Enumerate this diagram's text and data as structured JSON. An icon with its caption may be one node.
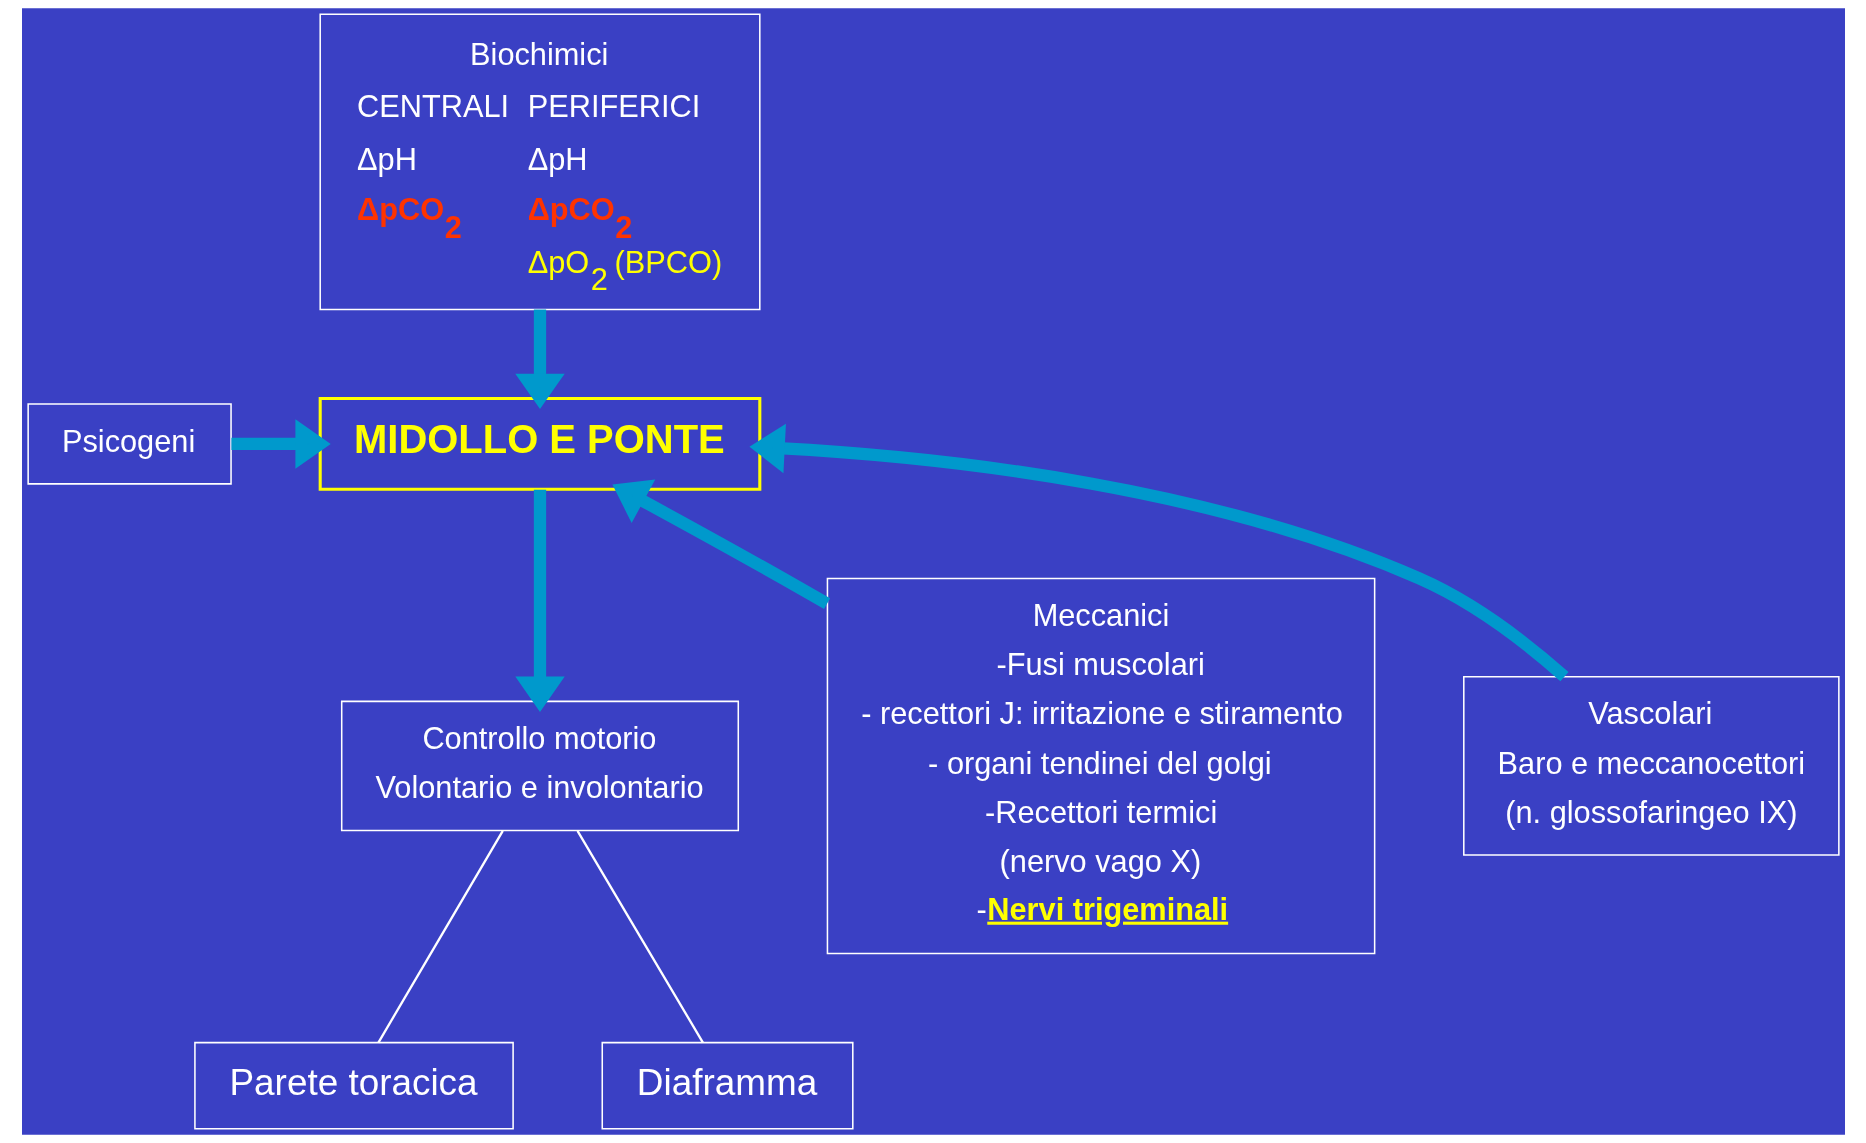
{
  "diagram": {
    "nodes": [
      {
        "text": [
          "Biochimici",
          "CENTRALI",
          "ΔpH",
          "ΔpCO$_{2}$",
          "PERIFERICI",
          "ΔpH",
          "ΔpCO$_{2}$",
          "ΔpO$_{2}$ (BPCO)"
        ]
      },
      {
        "text": [
          "Psicogeni"
        ]
      },
      {
        "text": [
          "MIDOLLO E PONTE"
        ]
      },
      {
        "text": [
          "Meccanici",
          "-Fusi muscolari",
          "- recettori J: irritazione e stiramento",
          "- organi tendinei del golgi",
          "-Recettori termici",
          "(nervo vago X)",
          "-**Nervi trigeminali**"
        ]
      },
      {
        "text": [
          "Vascolari",
          "Baro e meccanocettori",
          "(n. glossofaringeo IX)"
        ]
      },
      {
        "text": [
          "Controllo motorio",
          "Volontario e involontario"
        ]
      },
      {
        "text": [
          "Parete toracica"
        ]
      },
      {
        "text": [
          "Diaframma"
        ]
      }
    ],
    "edges": [
      {
        "from": 0,
        "to": 2,
        "arrow": "to"
      },
      {
        "from": 1,
        "to": 2,
        "arrow": "to"
      },
      {
        "from": 3,
        "to": 2,
        "arrow": "to"
      },
      {
        "from": 4,
        "to": 2,
        "arrow": "to"
      },
      {
        "from": 2,
        "to": 5,
        "arrow": "to"
      },
      {
        "from": 5,
        "to": 6,
        "arrow": "none",
        "color": "#ffffff"
      },
      {
        "from": 5,
        "to": 7,
        "arrow": "none",
        "color": "#ffffff"
      }
    ]
  }
}
